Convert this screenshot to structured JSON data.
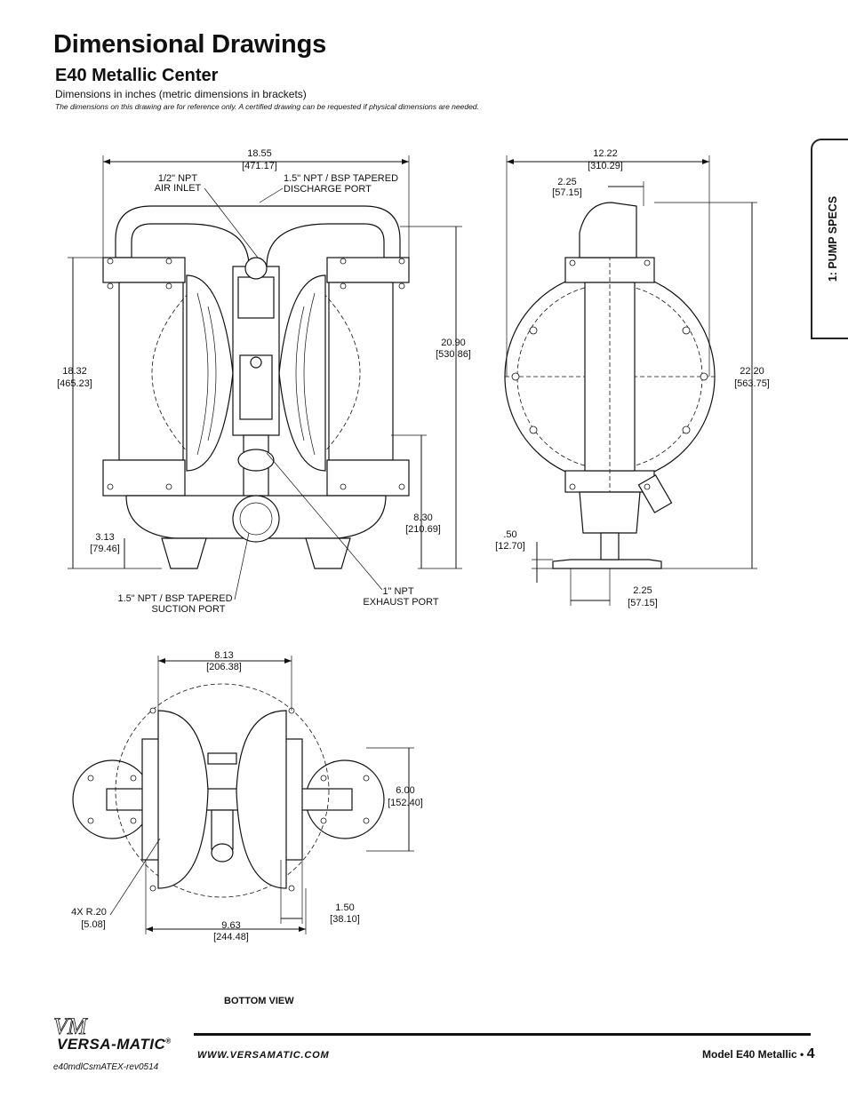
{
  "header": {
    "title": "Dimensional Drawings",
    "subtitle": "E40 Metallic Center",
    "dim_note": "Dimensions in inches (metric dimensions in brackets)",
    "ref_note": "The dimensions on this drawing are for reference only.  A certified drawing can be requested if physical dimensions are needed."
  },
  "side_tab": {
    "label": "1: PUMP SPECS"
  },
  "front_view": {
    "width": {
      "in": "18.55",
      "mm": "[471.17]"
    },
    "air_inlet": {
      "l1": "1/2\" NPT",
      "l2": "AIR INLET"
    },
    "discharge": {
      "l1": "1.5\" NPT / BSP TAPERED",
      "l2": "DISCHARGE PORT"
    },
    "height_total": {
      "in": "20.90",
      "mm": "[530.86]"
    },
    "height_side": {
      "in": "18.32",
      "mm": "[465.23]"
    },
    "height_port": {
      "in": "8.30",
      "mm": "[210.69]"
    },
    "base_height": {
      "in": "3.13",
      "mm": "[79.46]"
    },
    "suction": {
      "l1": "1.5\" NPT / BSP TAPERED",
      "l2": "SUCTION PORT"
    },
    "exhaust": {
      "l1": "1\" NPT",
      "l2": "EXHAUST PORT"
    }
  },
  "side_view": {
    "width": {
      "in": "12.22",
      "mm": "[310.29]"
    },
    "top_offset": {
      "in": "2.25",
      "mm": "[57.15]"
    },
    "height": {
      "in": "22.20",
      "mm": "[563.75]"
    },
    "base_thk": {
      "in": ".50",
      "mm": "[12.70]"
    },
    "bottom_offset": {
      "in": "2.25",
      "mm": "[57.15]"
    }
  },
  "bottom_view": {
    "label": "BOTTOM VIEW",
    "width_top": {
      "in": "8.13",
      "mm": "[206.38]"
    },
    "depth": {
      "in": "6.00",
      "mm": "[152.40]"
    },
    "radius": {
      "in": "4X R.20",
      "mm": "[5.08]"
    },
    "slot": {
      "in": "1.50",
      "mm": "[38.10]"
    },
    "width_bottom": {
      "in": "9.63",
      "mm": "[244.48]"
    }
  },
  "footer": {
    "logo": "VERSA-MATIC",
    "logo_mark": "VM",
    "logo_reg": "®",
    "website": "WWW.VERSAMATIC.COM",
    "model": "Model E40 Metallic • ",
    "page": "4",
    "doc_code": "e40mdlCsmATEX-rev0514"
  }
}
